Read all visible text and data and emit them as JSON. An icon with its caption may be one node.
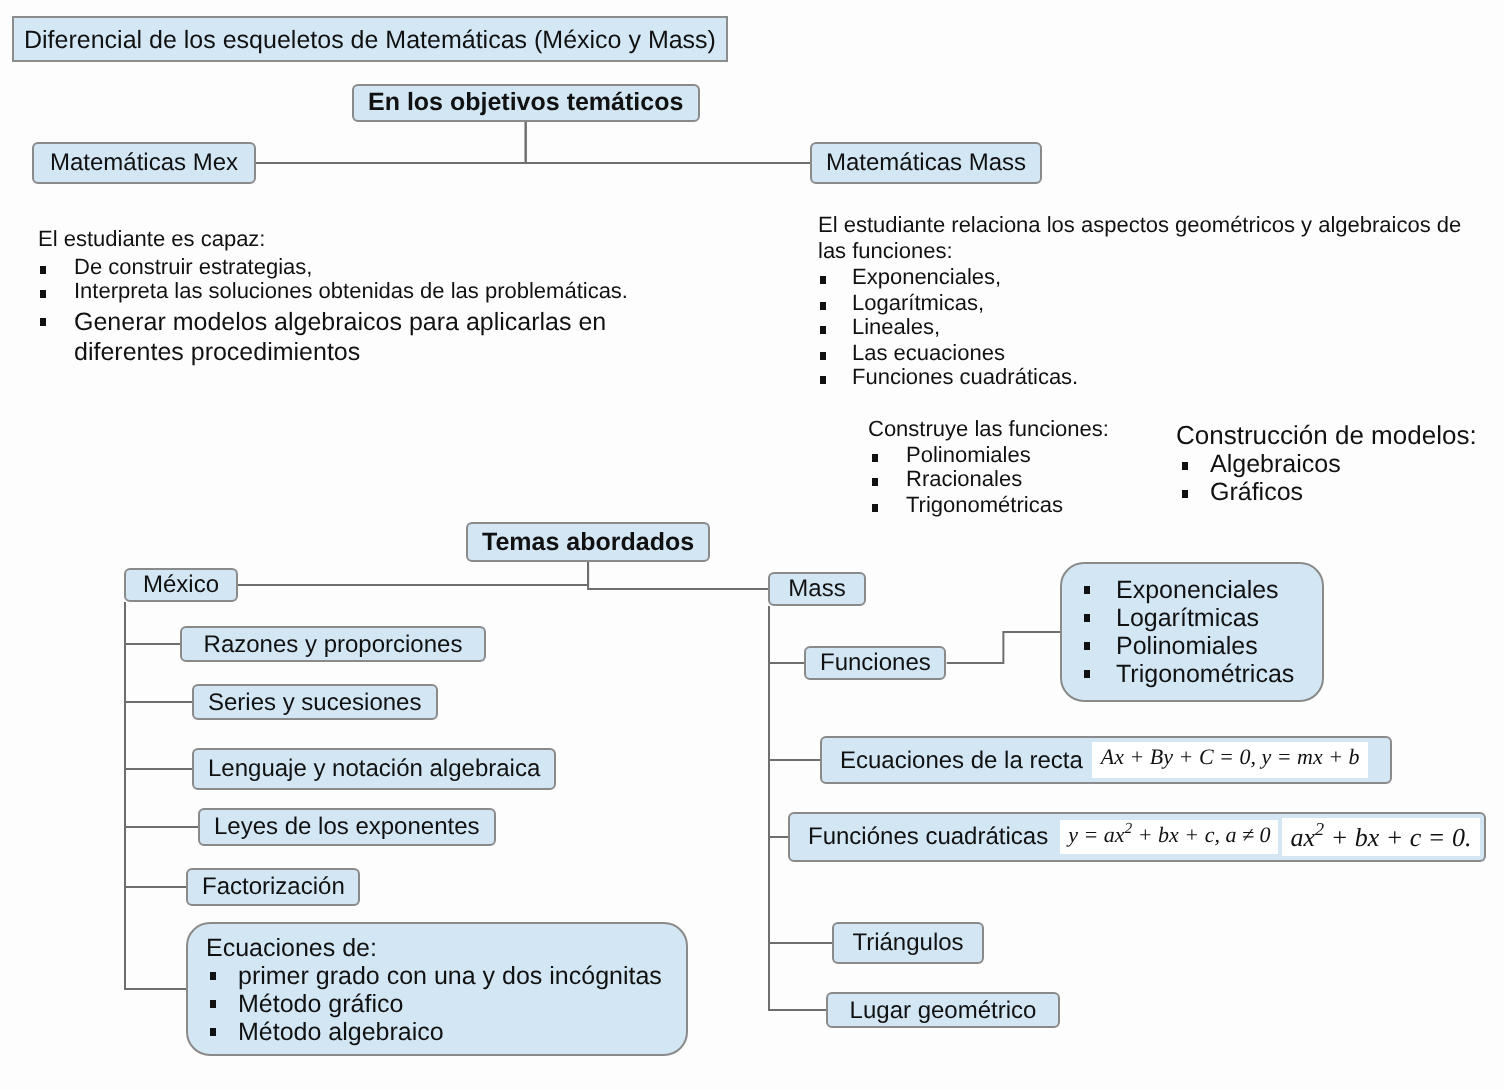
{
  "diagram": {
    "title": "Diferencial de los esqueletos de Matemáticas (México y Mass)",
    "nodes": [
      {
        "text": [
          "En los objetivos temáticos"
        ]
      },
      {
        "text": [
          "Matemáticas Mex"
        ]
      },
      {
        "text": [
          "Matemáticas Mass"
        ]
      },
      {
        "text": [
          "Temas abordados"
        ]
      },
      {
        "text": [
          "México"
        ]
      },
      {
        "text": [
          "Mass"
        ]
      },
      {
        "text": [
          "Razones y proporciones"
        ]
      },
      {
        "text": [
          "Series y sucesiones"
        ]
      },
      {
        "text": [
          "Lenguaje y notación algebraica"
        ]
      },
      {
        "text": [
          "Leyes de los exponentes"
        ]
      },
      {
        "text": [
          "Factorización"
        ]
      },
      {
        "text": [
          "Ecuaciones de:",
          "primer grado con una y dos incógnitas",
          "Método gráfico",
          "Método algebraico"
        ]
      },
      {
        "text": [
          "Funciones"
        ]
      },
      {
        "text": [
          "Exponenciales",
          "Logarítmicas",
          "Polinomiales",
          "Trigonométricas"
        ]
      },
      {
        "text": [
          "Ecuaciones de la recta",
          "Ax + By + C = 0, y = mx + b"
        ]
      },
      {
        "text": [
          "Funciónes cuadráticas",
          "y = ax$^{2}$ + bx + c, a ≠ 0",
          "ax$^{2}$ + bx + c = 0."
        ]
      },
      {
        "text": [
          "Triángulos"
        ]
      },
      {
        "text": [
          "Lugar geométrico"
        ]
      }
    ],
    "edges": [
      {
        "from": 0,
        "to": 1,
        "arrow": "none"
      },
      {
        "from": 0,
        "to": 2,
        "arrow": "none"
      },
      {
        "from": 3,
        "to": 4,
        "arrow": "none"
      },
      {
        "from": 3,
        "to": 5,
        "arrow": "none"
      },
      {
        "from": 4,
        "to": 6,
        "arrow": "none"
      },
      {
        "from": 4,
        "to": 7,
        "arrow": "none"
      },
      {
        "from": 4,
        "to": 8,
        "arrow": "none"
      },
      {
        "from": 4,
        "to": 9,
        "arrow": "none"
      },
      {
        "from": 4,
        "to": 10,
        "arrow": "none"
      },
      {
        "from": 4,
        "to": 11,
        "arrow": "none"
      },
      {
        "from": 5,
        "to": 12,
        "arrow": "none"
      },
      {
        "from": 5,
        "to": 14,
        "arrow": "none"
      },
      {
        "from": 5,
        "to": 15,
        "arrow": "none"
      },
      {
        "from": 5,
        "to": 16,
        "arrow": "none"
      },
      {
        "from": 5,
        "to": 17,
        "arrow": "none"
      },
      {
        "from": 12,
        "to": 13,
        "arrow": "none"
      }
    ],
    "labels": [
      "El estudiante es capaz:",
      "De construir estrategias,",
      "Interpreta las soluciones obtenidas de las problemáticas.",
      "Generar modelos algebraicos para aplicarlas en diferentes procedimientos",
      "El estudiante relaciona los aspectos geométricos y algebraicos de las funciones:",
      "Exponenciales,",
      "Logarítmicas,",
      "Lineales,",
      "Las ecuaciones",
      "Funciones cuadráticas.",
      "Construye las funciones:",
      "Polinomiales",
      "Rracionales",
      "Trigonométricas",
      "Construcción de modelos:",
      "Algebraicos",
      "Gráficos"
    ]
  }
}
